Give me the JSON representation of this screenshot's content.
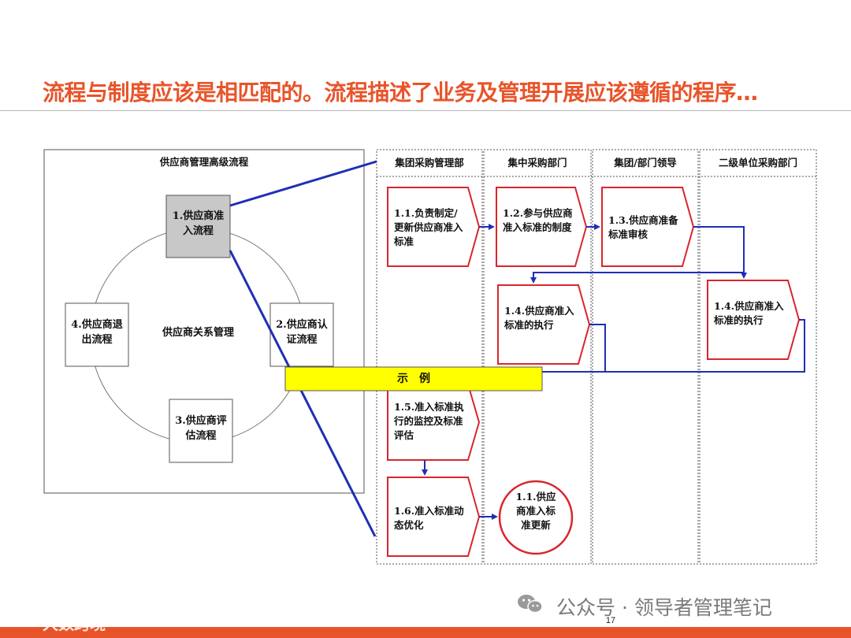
{
  "slide": {
    "title": "流程与制度应该是相匹配的。流程描述了业务及管理开展应该遵循的程序…",
    "page_number": "17"
  },
  "left_panel": {
    "title": "供应商管理高级流程",
    "center_label": "供应商关系管理",
    "boxes": {
      "entry": "1.供应商准入流程",
      "certification": "2.供应商认证流程",
      "evaluation": "3.供应商评估流程",
      "exit": "4.供应商退出流程"
    }
  },
  "swimlanes": {
    "headers": [
      "集团采购管理部",
      "集中采购部门",
      "集团/部门领导",
      "二级单位采购部门"
    ]
  },
  "steps": {
    "s1_1": "1.1.负责制定/更新供应商准入标准",
    "s1_2": "1.2.参与供应商准入标准的制度",
    "s1_3": "1.3.供应商准备标准审核",
    "s1_4a": "1.4.供应商准入标准的执行",
    "s1_4b": "1.4.供应商准入标准的执行",
    "s1_5": "1.5.准入标准执行的监控及标准评估",
    "s1_6": "1.6.准入标准动态优化",
    "end": "1.1.供应商准入标准更新"
  },
  "example_banner": "示例",
  "footer": {
    "watermark": "公众号 · 领导者管理笔记",
    "logo": "大数跨境"
  },
  "colors": {
    "title": "#e8542a",
    "step_border": "#d9262c",
    "connector": "#1f2fb4",
    "banner": "#ffff00",
    "highlight_box": "#c8c8c8",
    "bottom_bar": "#e8542a"
  }
}
